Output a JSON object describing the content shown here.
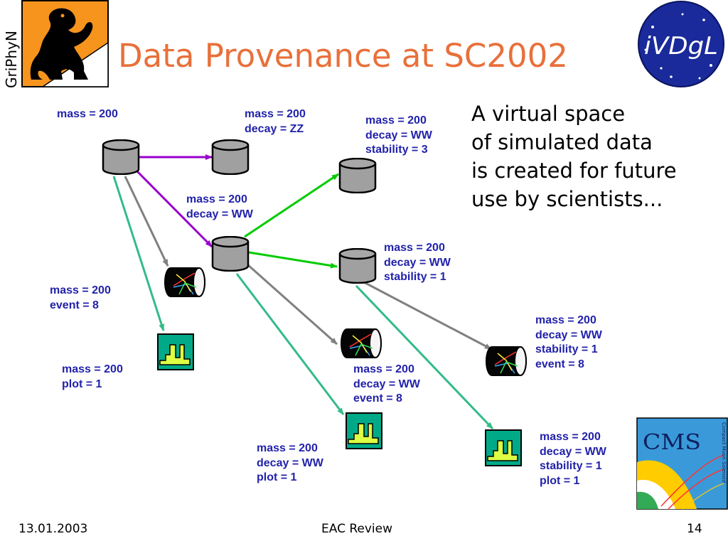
{
  "title": "Data Provenance at SC2002",
  "logos": {
    "left": "GriPhyN",
    "right": "iVDgL",
    "bottom_right": "CMS",
    "bottom_right_caption": "Compact Muon Solenoid"
  },
  "description": [
    "A virtual space",
    "of simulated data",
    "is created for future",
    "use by scientists..."
  ],
  "labels": {
    "n1": [
      "mass = 200"
    ],
    "n2": [
      "mass = 200",
      "decay = ZZ"
    ],
    "n3": [
      "mass = 200",
      "decay = WW",
      "stability = 3"
    ],
    "n4": [
      "mass = 200",
      "decay = WW"
    ],
    "n5": [
      "mass = 200",
      "decay = WW",
      "stability = 1"
    ],
    "n6": [
      "mass = 200",
      "event = 8"
    ],
    "n7": [
      "mass = 200",
      "plot = 1"
    ],
    "n8": [
      "mass = 200",
      "decay = WW",
      "event = 8"
    ],
    "n9": [
      "mass = 200",
      "decay = WW",
      "stability = 1",
      "event = 8"
    ],
    "n10": [
      "mass = 200",
      "decay = WW",
      "plot = 1"
    ],
    "n11": [
      "mass = 200",
      "decay = WW",
      "stability = 1",
      "plot = 1"
    ]
  },
  "colors": {
    "title": "#e8703a",
    "label": "#2222aa",
    "edge_purple": "#9900cc",
    "edge_green": "#00cc00",
    "edge_gray": "#808080",
    "edge_teal": "#33bb88",
    "plot_bg": "#00aa88",
    "plot_fill": "#ddff44"
  },
  "footer": {
    "date": "13.01.2003",
    "center": "EAC Review",
    "page": "14"
  }
}
